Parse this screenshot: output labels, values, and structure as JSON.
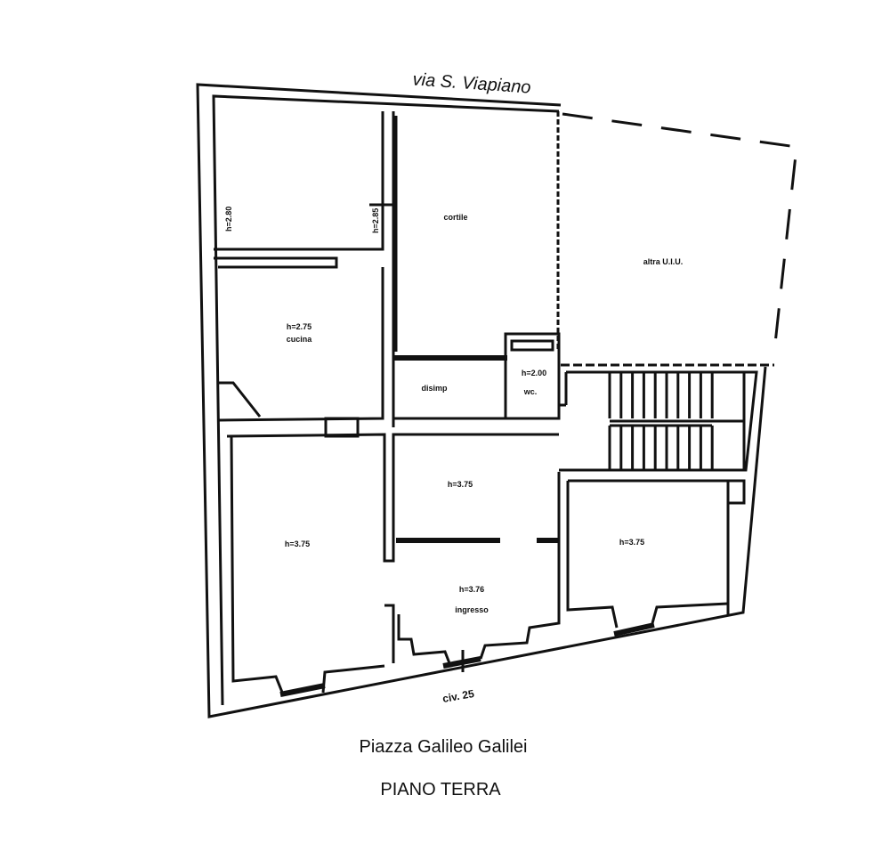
{
  "street_top": "via S. Viapiano",
  "street_bottom": "Piazza Galileo Galilei",
  "floor_title": "PIANO TERRA",
  "civic_number": "civ. 25",
  "rooms": {
    "top_left_height": "h=2.80",
    "corridor_height": "h=2.85",
    "courtyard": "cortile",
    "kitchen_height": "h=2.75",
    "kitchen": "cucina",
    "hallway": "disimp",
    "wc_height": "h=2.00",
    "wc": "wc.",
    "other_unit": "altra U.I.U.",
    "bottom_left_height": "h=3.75",
    "middle_height": "h=3.75",
    "entrance_height": "h=3.76",
    "entrance": "ingresso",
    "right_height": "h=3.75"
  }
}
